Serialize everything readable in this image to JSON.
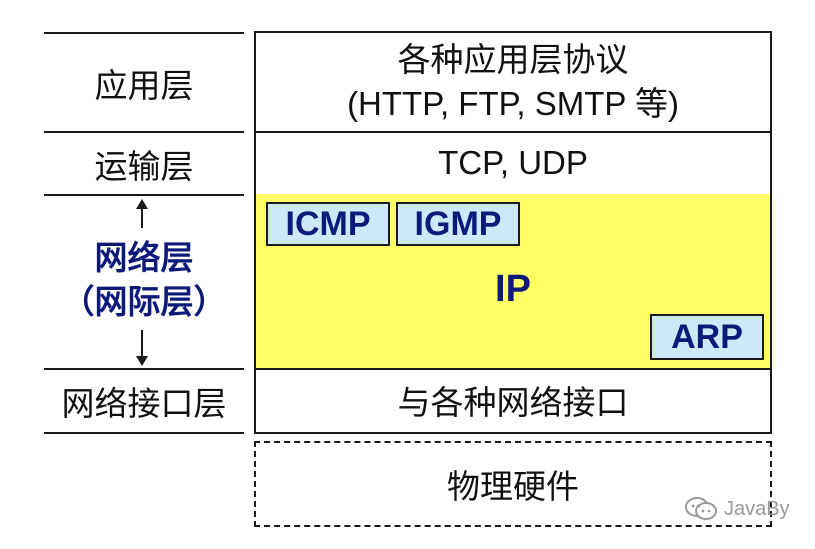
{
  "left_layers": {
    "application": "应用层",
    "transport": "运输层",
    "network_line1": "网络层",
    "network_line2": "（网际层）",
    "link": "网络接口层"
  },
  "right_stack": {
    "application_line1": "各种应用层协议",
    "application_line2": "(HTTP, FTP, SMTP 等)",
    "transport": "TCP, UDP",
    "network_main": "IP",
    "network_protocols": [
      "ICMP",
      "IGMP",
      "ARP"
    ],
    "link": "与各种网络接口",
    "physical": "物理硬件"
  },
  "watermark": "JavaBy",
  "colors": {
    "network_fill": "#ffff66",
    "protocol_fill": "#cfe8f7",
    "network_text": "#0d1a7a",
    "line": "#1a1a1a"
  }
}
